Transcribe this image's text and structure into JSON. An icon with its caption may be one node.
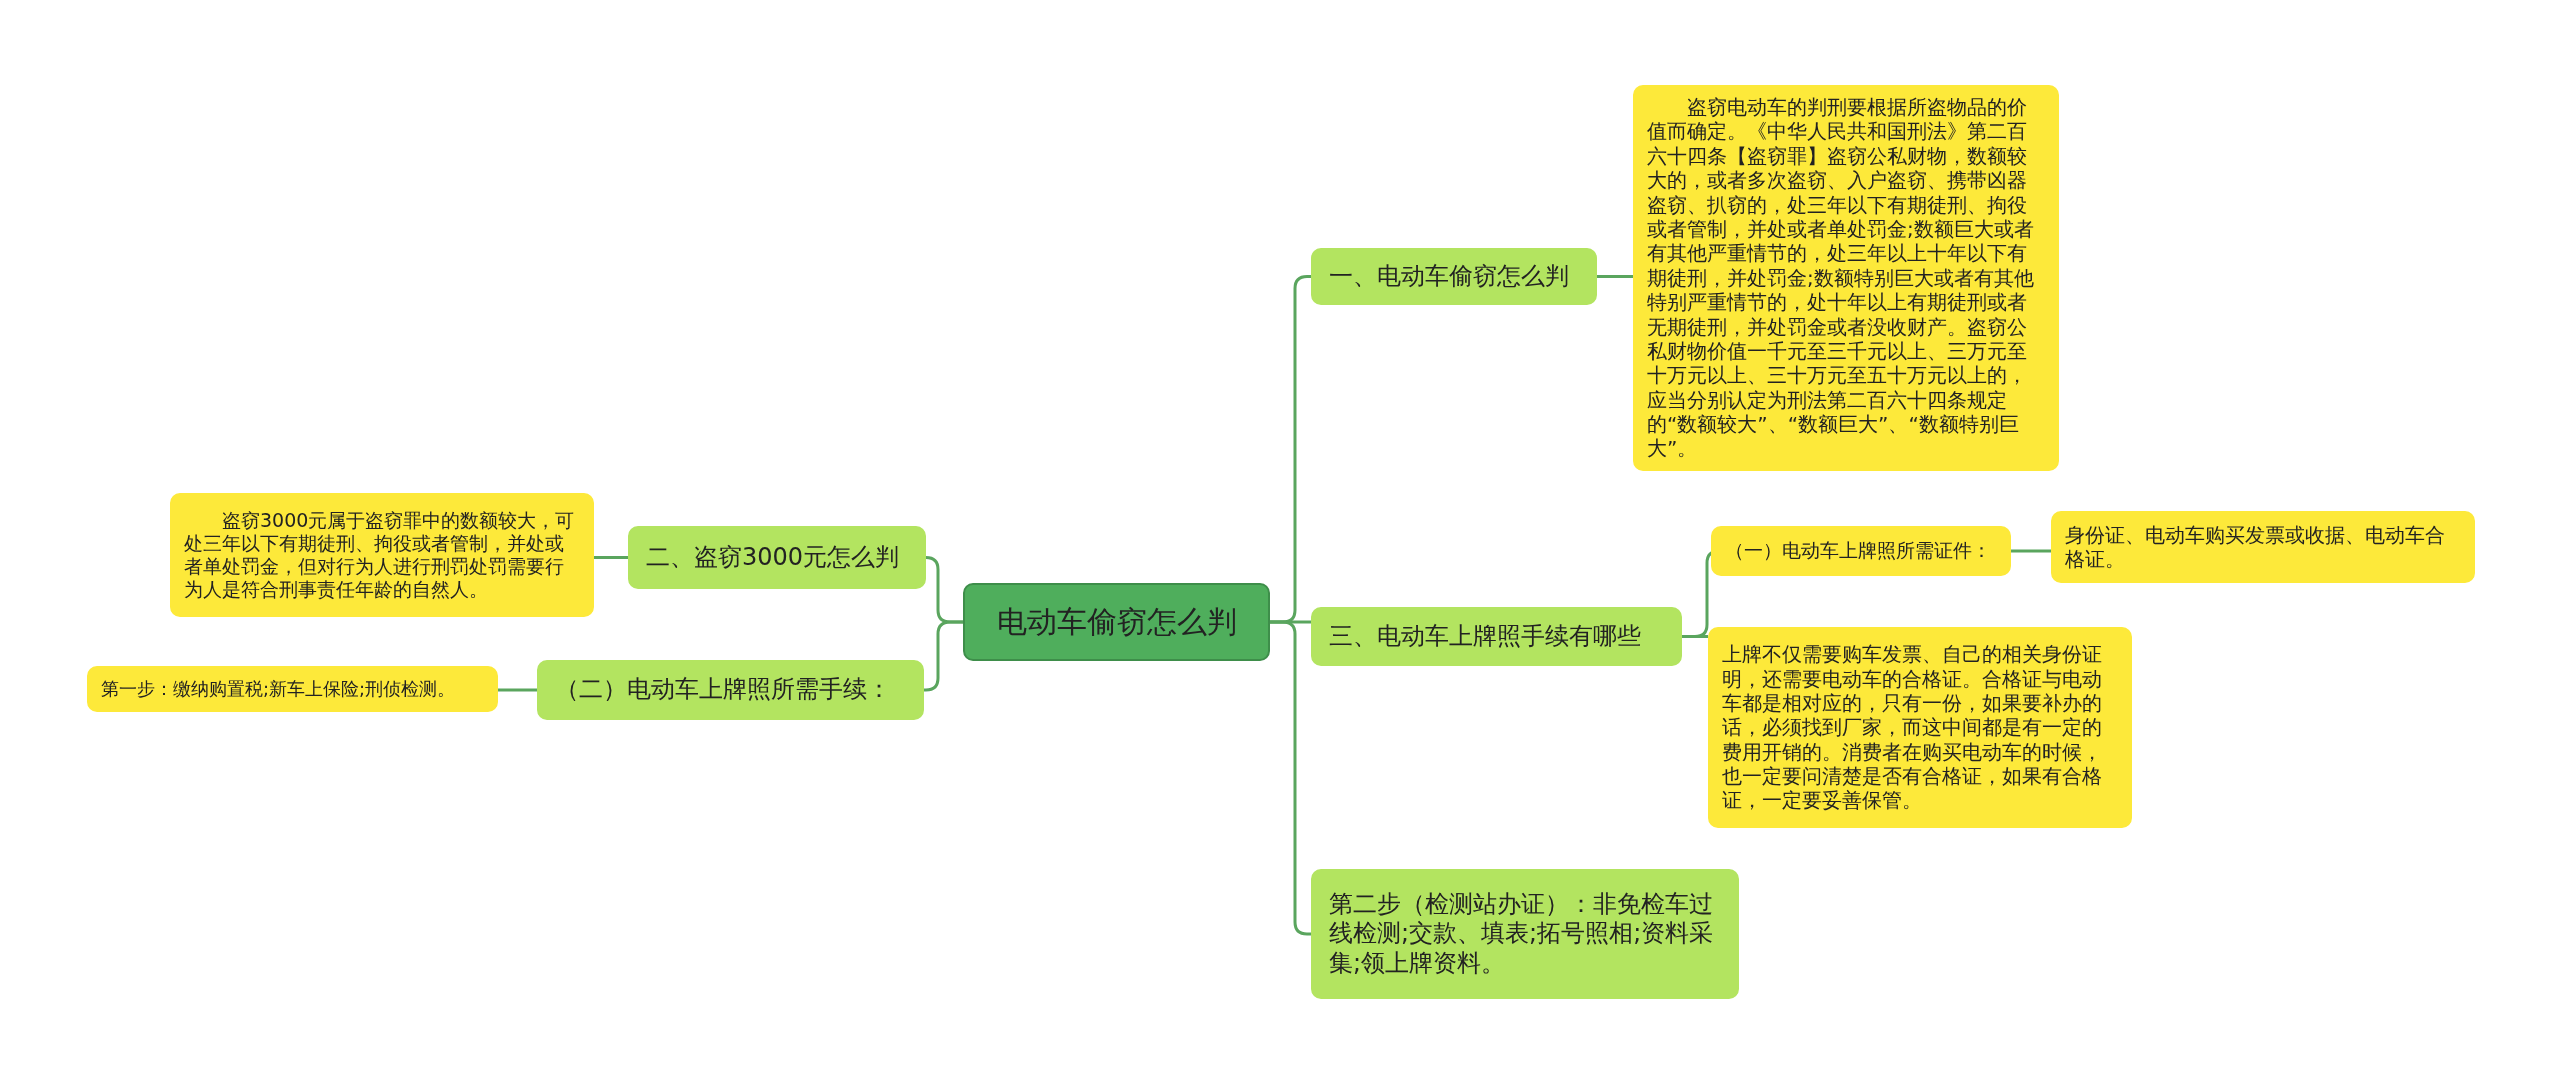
{
  "diagram": {
    "nodes": [
      {
        "text": [
          "电动车偷窃怎么判"
        ]
      },
      {
        "text": [
          "一、电动车偷窃怎么判"
        ]
      },
      {
        "text": [
          "盗窃电动车的判刑要根据所盗物品的价值而确定。《中华人民共和国刑法》第二百六十四条【盗窃罪】盗窃公私财物，数额较大的，或者多次盗窃、入户盗窃、携带凶器盗窃、扒窃的，处三年以下有期徒刑、拘役或者管制，并处或者单处罚金;数额巨大或者有其他严重情节的，处三年以上十年以下有期徒刑，并处罚金;数额特别巨大或者有其他特别严重情节的，处十年以上有期徒刑或者无期徒刑，并处罚金或者没收财产。盗窃公私财物价值一千元至三千元以上、三万元至十万元以上、三十万元至五十万元以上的，应当分别认定为刑法第二百六十四条规定的“数额较大”、“数额巨大”、“数额特别巨大”。"
        ]
      },
      {
        "text": [
          "三、电动车上牌照手续有哪些"
        ]
      },
      {
        "text": [
          "（一）电动车上牌照所需证件："
        ]
      },
      {
        "text": [
          "身份证、电动车购买发票或收据、电动车合格证。"
        ]
      },
      {
        "text": [
          "上牌不仅需要购车发票、自己的相关身份证明，还需要电动车的合格证。合格证与电动车都是相对应的，只有一份，如果要补办的话，必须找到厂家，而这中间都是有一定的费用开销的。消费者在购买电动车的时候，也一定要问清楚是否有合格证，如果有合格证，一定要妥善保管。"
        ]
      },
      {
        "text": [
          "第二步（检测站办证）：非免检车过线检测;交款、填表;拓号照相;资料采集;领上牌资料。"
        ]
      },
      {
        "text": [
          "二、盗窃3000元怎么判"
        ]
      },
      {
        "text": [
          "盗窃3000元属于盗窃罪中的数额较大，可处三年以下有期徒刑、拘役或者管制，并处或者单处罚金，但对行为人进行刑罚处罚需要行为人是符合刑事责任年龄的自然人。"
        ]
      },
      {
        "text": [
          "（二）电动车上牌照所需手续："
        ]
      },
      {
        "text": [
          "第一步：缴纳购置税;新车上保险;刑侦检测。"
        ]
      }
    ],
    "edges": [
      {
        "from": 0,
        "to": 1,
        "arrow": "none"
      },
      {
        "from": 1,
        "to": 2,
        "arrow": "none"
      },
      {
        "from": 0,
        "to": 3,
        "arrow": "none"
      },
      {
        "from": 3,
        "to": 4,
        "arrow": "none"
      },
      {
        "from": 4,
        "to": 5,
        "arrow": "none"
      },
      {
        "from": 3,
        "to": 6,
        "arrow": "none"
      },
      {
        "from": 0,
        "to": 7,
        "arrow": "none"
      },
      {
        "from": 0,
        "to": 8,
        "arrow": "none"
      },
      {
        "from": 8,
        "to": 9,
        "arrow": "none"
      },
      {
        "from": 0,
        "to": 10,
        "arrow": "none"
      },
      {
        "from": 10,
        "to": 11,
        "arrow": "none"
      }
    ]
  }
}
